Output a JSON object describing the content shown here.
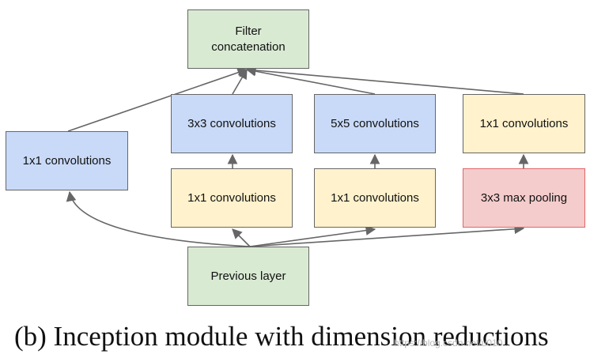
{
  "nodes": {
    "concat": "Filter\nconcatenation",
    "conv1x1_left": "1x1 convolutions",
    "conv3x3": "3x3 convolutions",
    "conv5x5": "5x5 convolutions",
    "conv1x1_pool": "1x1 convolutions",
    "conv1x1_a": "1x1 convolutions",
    "conv1x1_b": "1x1 convolutions",
    "maxpool": "3x3 max pooling",
    "previous": "Previous layer"
  },
  "caption": "(b)  Inception module with dimension reductions",
  "watermark": "https://blog.csdn.net/u010...",
  "colors": {
    "green": "#d9ead3",
    "blue": "#c9daf8",
    "yellow": "#fff2cc",
    "red": "#f4cccc",
    "edge": "#666666"
  },
  "edges": [
    [
      "previous",
      "conv1x1_left"
    ],
    [
      "previous",
      "conv1x1_a"
    ],
    [
      "previous",
      "conv1x1_b"
    ],
    [
      "previous",
      "maxpool"
    ],
    [
      "conv1x1_a",
      "conv3x3"
    ],
    [
      "conv1x1_b",
      "conv5x5"
    ],
    [
      "maxpool",
      "conv1x1_pool"
    ],
    [
      "conv1x1_left",
      "concat"
    ],
    [
      "conv3x3",
      "concat"
    ],
    [
      "conv5x5",
      "concat"
    ],
    [
      "conv1x1_pool",
      "concat"
    ]
  ]
}
